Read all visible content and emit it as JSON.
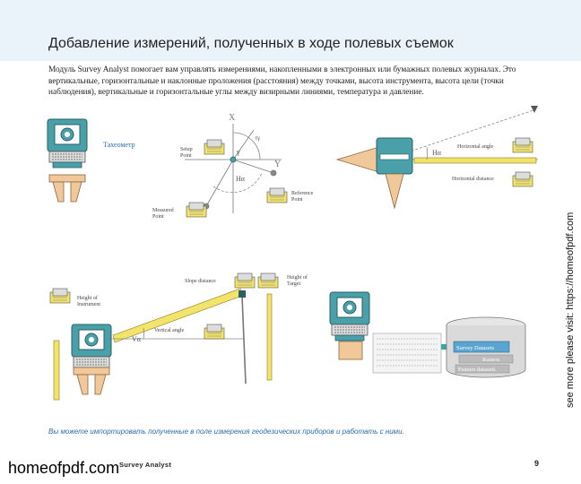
{
  "page": {
    "title": "Добавление измерений, полученных в ходе полевых съемок",
    "intro": "Модуль Survey Analyst помогает вам управлять измерениями, накопленными в электронных или бумажных полевых журналах. Это вертикальные, горизонтальные и наклонные проложения (расстояния) между точками, высота инструмента, высота цели (точки наблюдения), вертикальные и горизонтальные углы между визирными линиями, температура и давление.",
    "caption": "Вы можете импортировать полученные в поле измерения  геодезических приборов  и работать с ними.",
    "footer_product": "Survey Analyst",
    "page_number": "9",
    "side_note": "see more please visit: https://homeofpdf.com",
    "site_badge": "homeofpdf.com"
  },
  "diagram": {
    "total_station_label": "Тахеометр",
    "setup_point": [
      "Setup",
      "Point"
    ],
    "measured_point": [
      "Measured",
      "Point"
    ],
    "reference_point": [
      "Reference",
      "Point"
    ],
    "axis_x": "X",
    "axis_y": "Y",
    "angle_gamma": "γ",
    "angle_t_gamma": "tγ",
    "angle_h_alpha": "Hα",
    "horizontal_angle": "Horizontal angle",
    "horizontal_distance": "Horizontal distance",
    "height_of_instrument": [
      "Height of",
      "Instrument"
    ],
    "slope_distance": "Slope distance",
    "height_of_target": [
      "Height of",
      "Target"
    ],
    "vertical_angle": "Vertical angle",
    "angle_v_alpha": "Vα",
    "survey_datasets": "Survey Datasets",
    "rasters": "Rasters",
    "feature_datasets": "Feature datasets"
  },
  "colors": {
    "instrument_teal": "#4aa0a8",
    "notebook_yellow": "#f2e36a",
    "tripod_tan": "#f0c89a",
    "dataset_blue": "#5aa4d0",
    "title_band": "#eaf2fa"
  }
}
